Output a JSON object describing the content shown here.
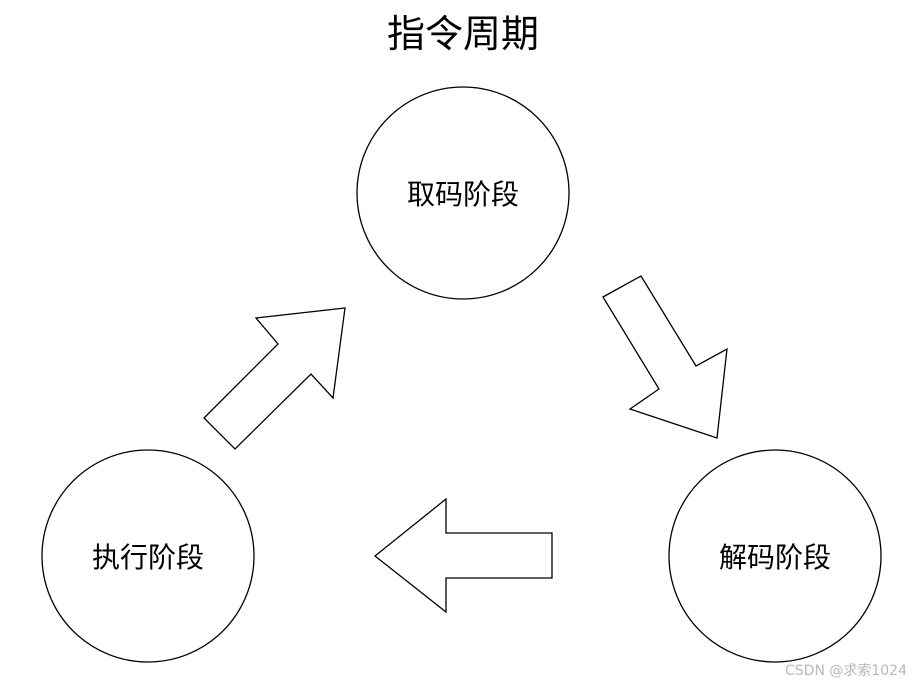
{
  "title": "指令周期",
  "stages": {
    "fetch": {
      "label": "取码阶段"
    },
    "decode": {
      "label": "解码阶段"
    },
    "execute": {
      "label": "执行阶段"
    }
  },
  "flow": [
    {
      "from": "fetch",
      "to": "decode"
    },
    {
      "from": "decode",
      "to": "execute"
    },
    {
      "from": "execute",
      "to": "fetch"
    }
  ],
  "watermark": "CSDN @求索1024"
}
